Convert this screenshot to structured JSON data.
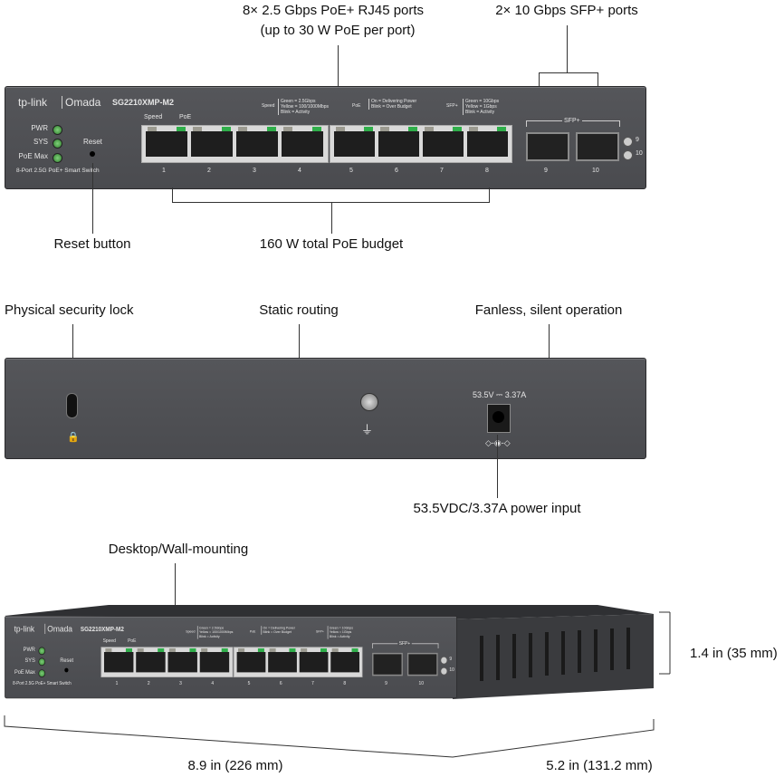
{
  "front": {
    "brand": "tp-link",
    "brand2": "Omada",
    "model": "SG2210XMP-M2",
    "leds": [
      "PWR",
      "SYS",
      "PoE Max"
    ],
    "reset": "Reset",
    "description": "8-Port 2.5G PoE+ Smart Switch",
    "legend_speed": {
      "title": "Speed",
      "lines": [
        "Green = 2.5Gbps",
        "Yellow = 100/1000Mbps",
        "Blink = Activity"
      ]
    },
    "legend_poe": {
      "title": "PoE",
      "lines": [
        "On = Delivering Power",
        "Blink = Over Budget"
      ]
    },
    "legend_sfp": {
      "title": "SFP+",
      "lines": [
        "Green = 10Gbps",
        "Yellow = 1Gbps",
        "Blink = Activity"
      ]
    },
    "speed_label": "Speed",
    "poe_label": "PoE",
    "rj45_ports": [
      "1",
      "2",
      "3",
      "4",
      "5",
      "6",
      "7",
      "8"
    ],
    "sfp_label": "SFP+",
    "sfp_ports": [
      "9",
      "10"
    ],
    "sfp_leds": [
      "9",
      "10"
    ]
  },
  "callouts": {
    "rj45": "8× 2.5 Gbps PoE+ RJ45 ports",
    "rj45_sub": "(up to 30 W PoE per port)",
    "sfp": "2× 10 Gbps SFP+ ports",
    "reset": "Reset button",
    "poe_budget": "160 W total PoE budget",
    "lock": "Physical security lock",
    "routing": "Static routing",
    "fanless": "Fanless, silent operation",
    "power": "53.5VDC/3.37A power input",
    "mounting": "Desktop/Wall-mounting",
    "height": "1.4 in (35 mm)",
    "width": "8.9 in (226 mm)",
    "depth": "5.2 in (131.2 mm)"
  },
  "back": {
    "power_rating": "53.5V ⎓ 3.37A",
    "polarity": "◇-◉-◇"
  }
}
